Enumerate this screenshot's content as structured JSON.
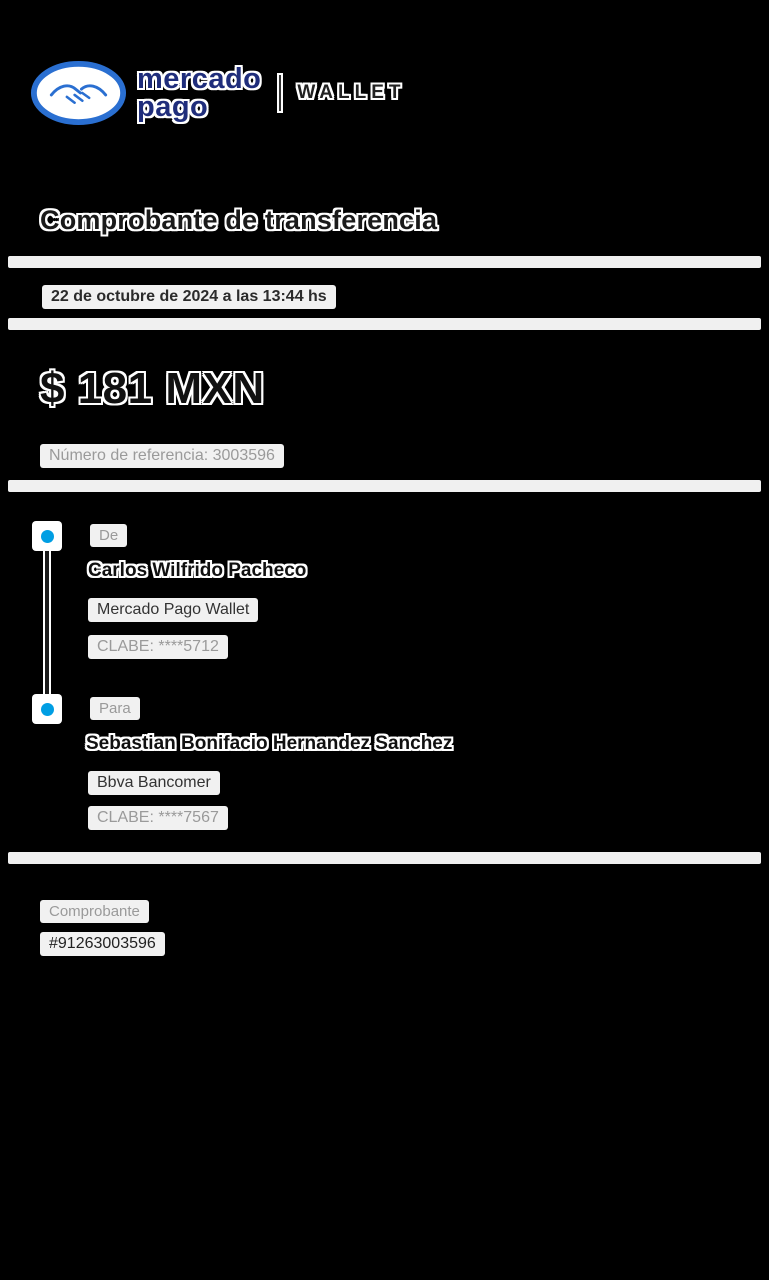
{
  "header": {
    "brand_line1": "mercado",
    "brand_line2": "pago",
    "product_label": "WALLET"
  },
  "title": "Comprobante de transferencia",
  "datetime": "22 de octubre de 2024 a las 13:44 hs",
  "amount": "$ 181 MXN",
  "reference": "Número de referencia: 3003596",
  "transfer": {
    "from": {
      "label": "De",
      "name": "Carlos Wilfrido Pacheco",
      "bank": "Mercado Pago Wallet",
      "clabe": "CLABE: ****5712"
    },
    "to": {
      "label": "Para",
      "name": "Sebastian Bonifacio Hernandez Sanchez",
      "bank": "Bbva Bancomer",
      "clabe": "CLABE: ****7567"
    }
  },
  "footer": {
    "label": "Comprobante",
    "number": "#91263003596"
  },
  "colors": {
    "accent_blue": "#009EE3",
    "brand_navy": "#1f2d7b",
    "divider": "#f0f0f0"
  }
}
